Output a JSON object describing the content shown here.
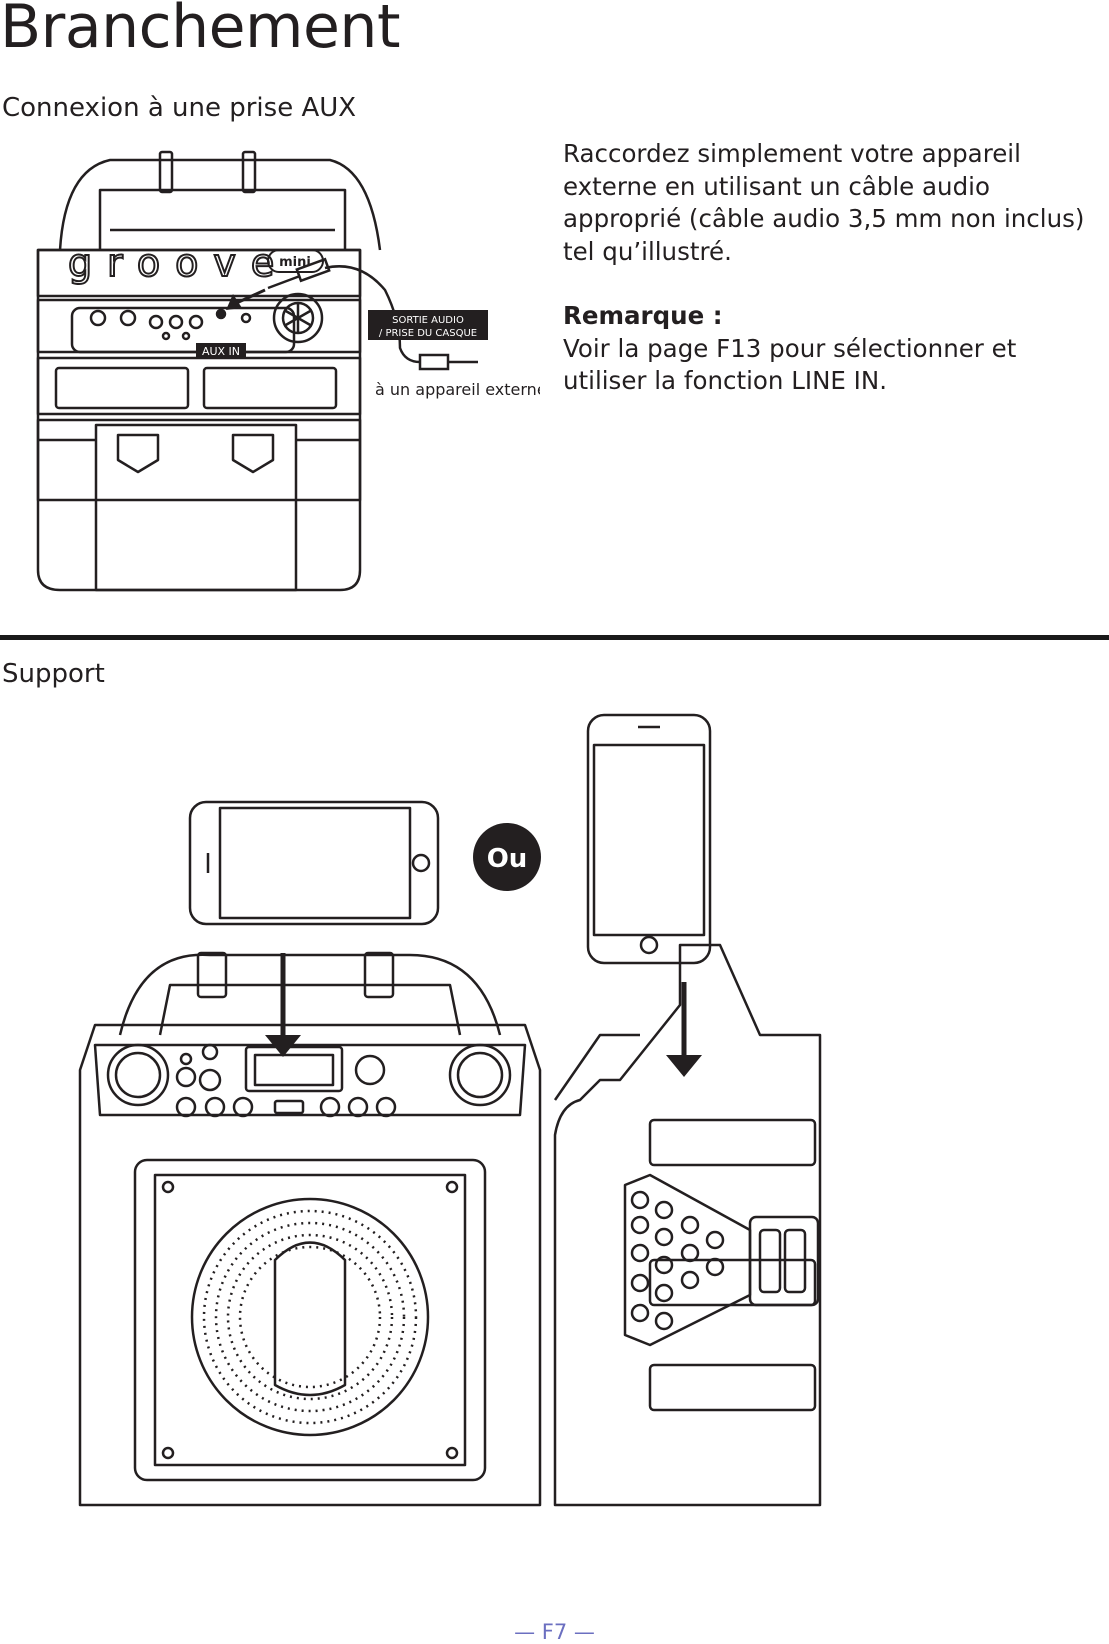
{
  "header": {
    "title": "Branchement"
  },
  "aux_section": {
    "title": "Connexion à une prise AUX",
    "description": "Raccordez simplement votre appareil externe en utilisant un câble audio approprié (câble audio 3,5 mm non inclus) tel qu’illustré.",
    "note_label": "Remarque :",
    "note_text": "Voir la page F13 pour sélectionner et utiliser la fonction LINE IN.",
    "diagram": {
      "brand_text": "groove",
      "brand_badge": "mini",
      "aux_in_label": "AUX IN",
      "output_label_line1": "SORTIE AUDIO",
      "output_label_line2": "/ PRISE DU CASQUE",
      "external_device_label": "à un appareil externe"
    }
  },
  "support_section": {
    "title": "Support",
    "or_badge": "Ou"
  },
  "footer": {
    "page_number": "— F7 —"
  }
}
